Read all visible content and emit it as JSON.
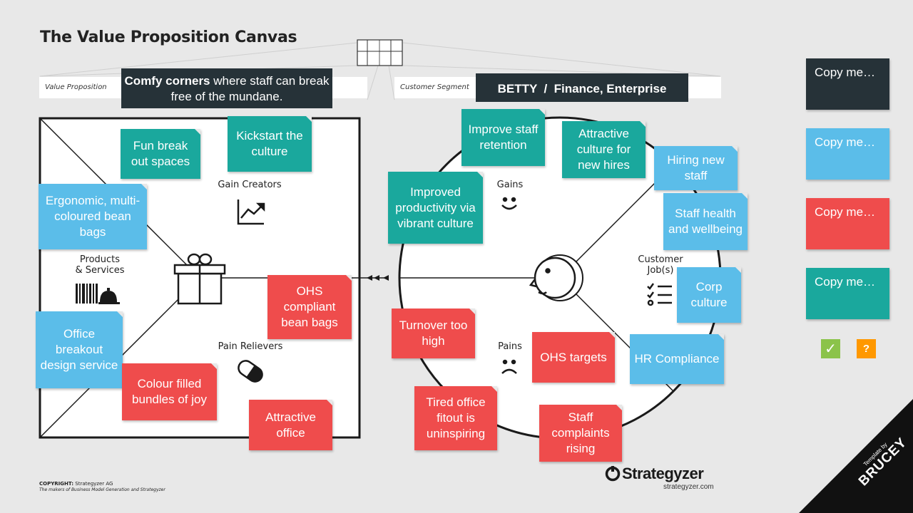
{
  "title": "The Value Proposition Canvas",
  "value_proposition": {
    "label": "Value Proposition",
    "statement_bold": "Comfy corners",
    "statement_rest": " where staff can break free of the mundane."
  },
  "customer_segment": {
    "label": "Customer Segment",
    "name": "BETTY  /  Finance, Enterprise"
  },
  "sections": {
    "gain_creators": "Gain Creators",
    "products_services": "Products\n& Services",
    "pain_relievers": "Pain Relievers",
    "gains": "Gains",
    "pains": "Pains",
    "customer_jobs": "Customer\nJob(s)"
  },
  "notes": {
    "fun_break": "Fun break out spaces",
    "kickstart": "Kickstart the culture",
    "ergonomic": "Ergonomic, multi-coloured bean bags",
    "office_breakout": "Office breakout design service",
    "ohs_bean": "OHS compliant bean bags",
    "colour_filled": "Colour filled bundles of joy",
    "attractive_office": "Attractive office",
    "improve_retention": "Improve staff retention",
    "attractive_culture": "Attractive culture for new hires",
    "improved_productivity": "Improved productivity via vibrant culture",
    "hiring": "Hiring new staff",
    "health": "Staff health and wellbeing",
    "corp_culture": "Corp culture",
    "hr_compliance": "HR Compliance",
    "turnover": "Turnover too high",
    "ohs_targets": "OHS targets",
    "tired_office": "Tired office fitout is uninspiring",
    "complaints": "Staff complaints rising"
  },
  "sidebar": {
    "copy_dark": "Copy me…",
    "copy_blue": "Copy me…",
    "copy_red": "Copy me…",
    "copy_teal": "Copy me…",
    "check_icon": "✓",
    "question_icon": "?"
  },
  "footer": {
    "copyright_label": "COPYRIGHT:",
    "copyright_text": " Strategyzer AG",
    "makers": "The makers of Business Model Generation and Strategyzer",
    "brand": "Strategyzer",
    "brand_url": "strategyzer.com",
    "template_by": "Template by",
    "author": "BRUCEY"
  },
  "colors": {
    "teal": "#1aa89d",
    "blue": "#5bbde9",
    "red": "#ef4c4c",
    "dark": "#263238",
    "check": "#8bc34a",
    "question": "#ff9800"
  }
}
